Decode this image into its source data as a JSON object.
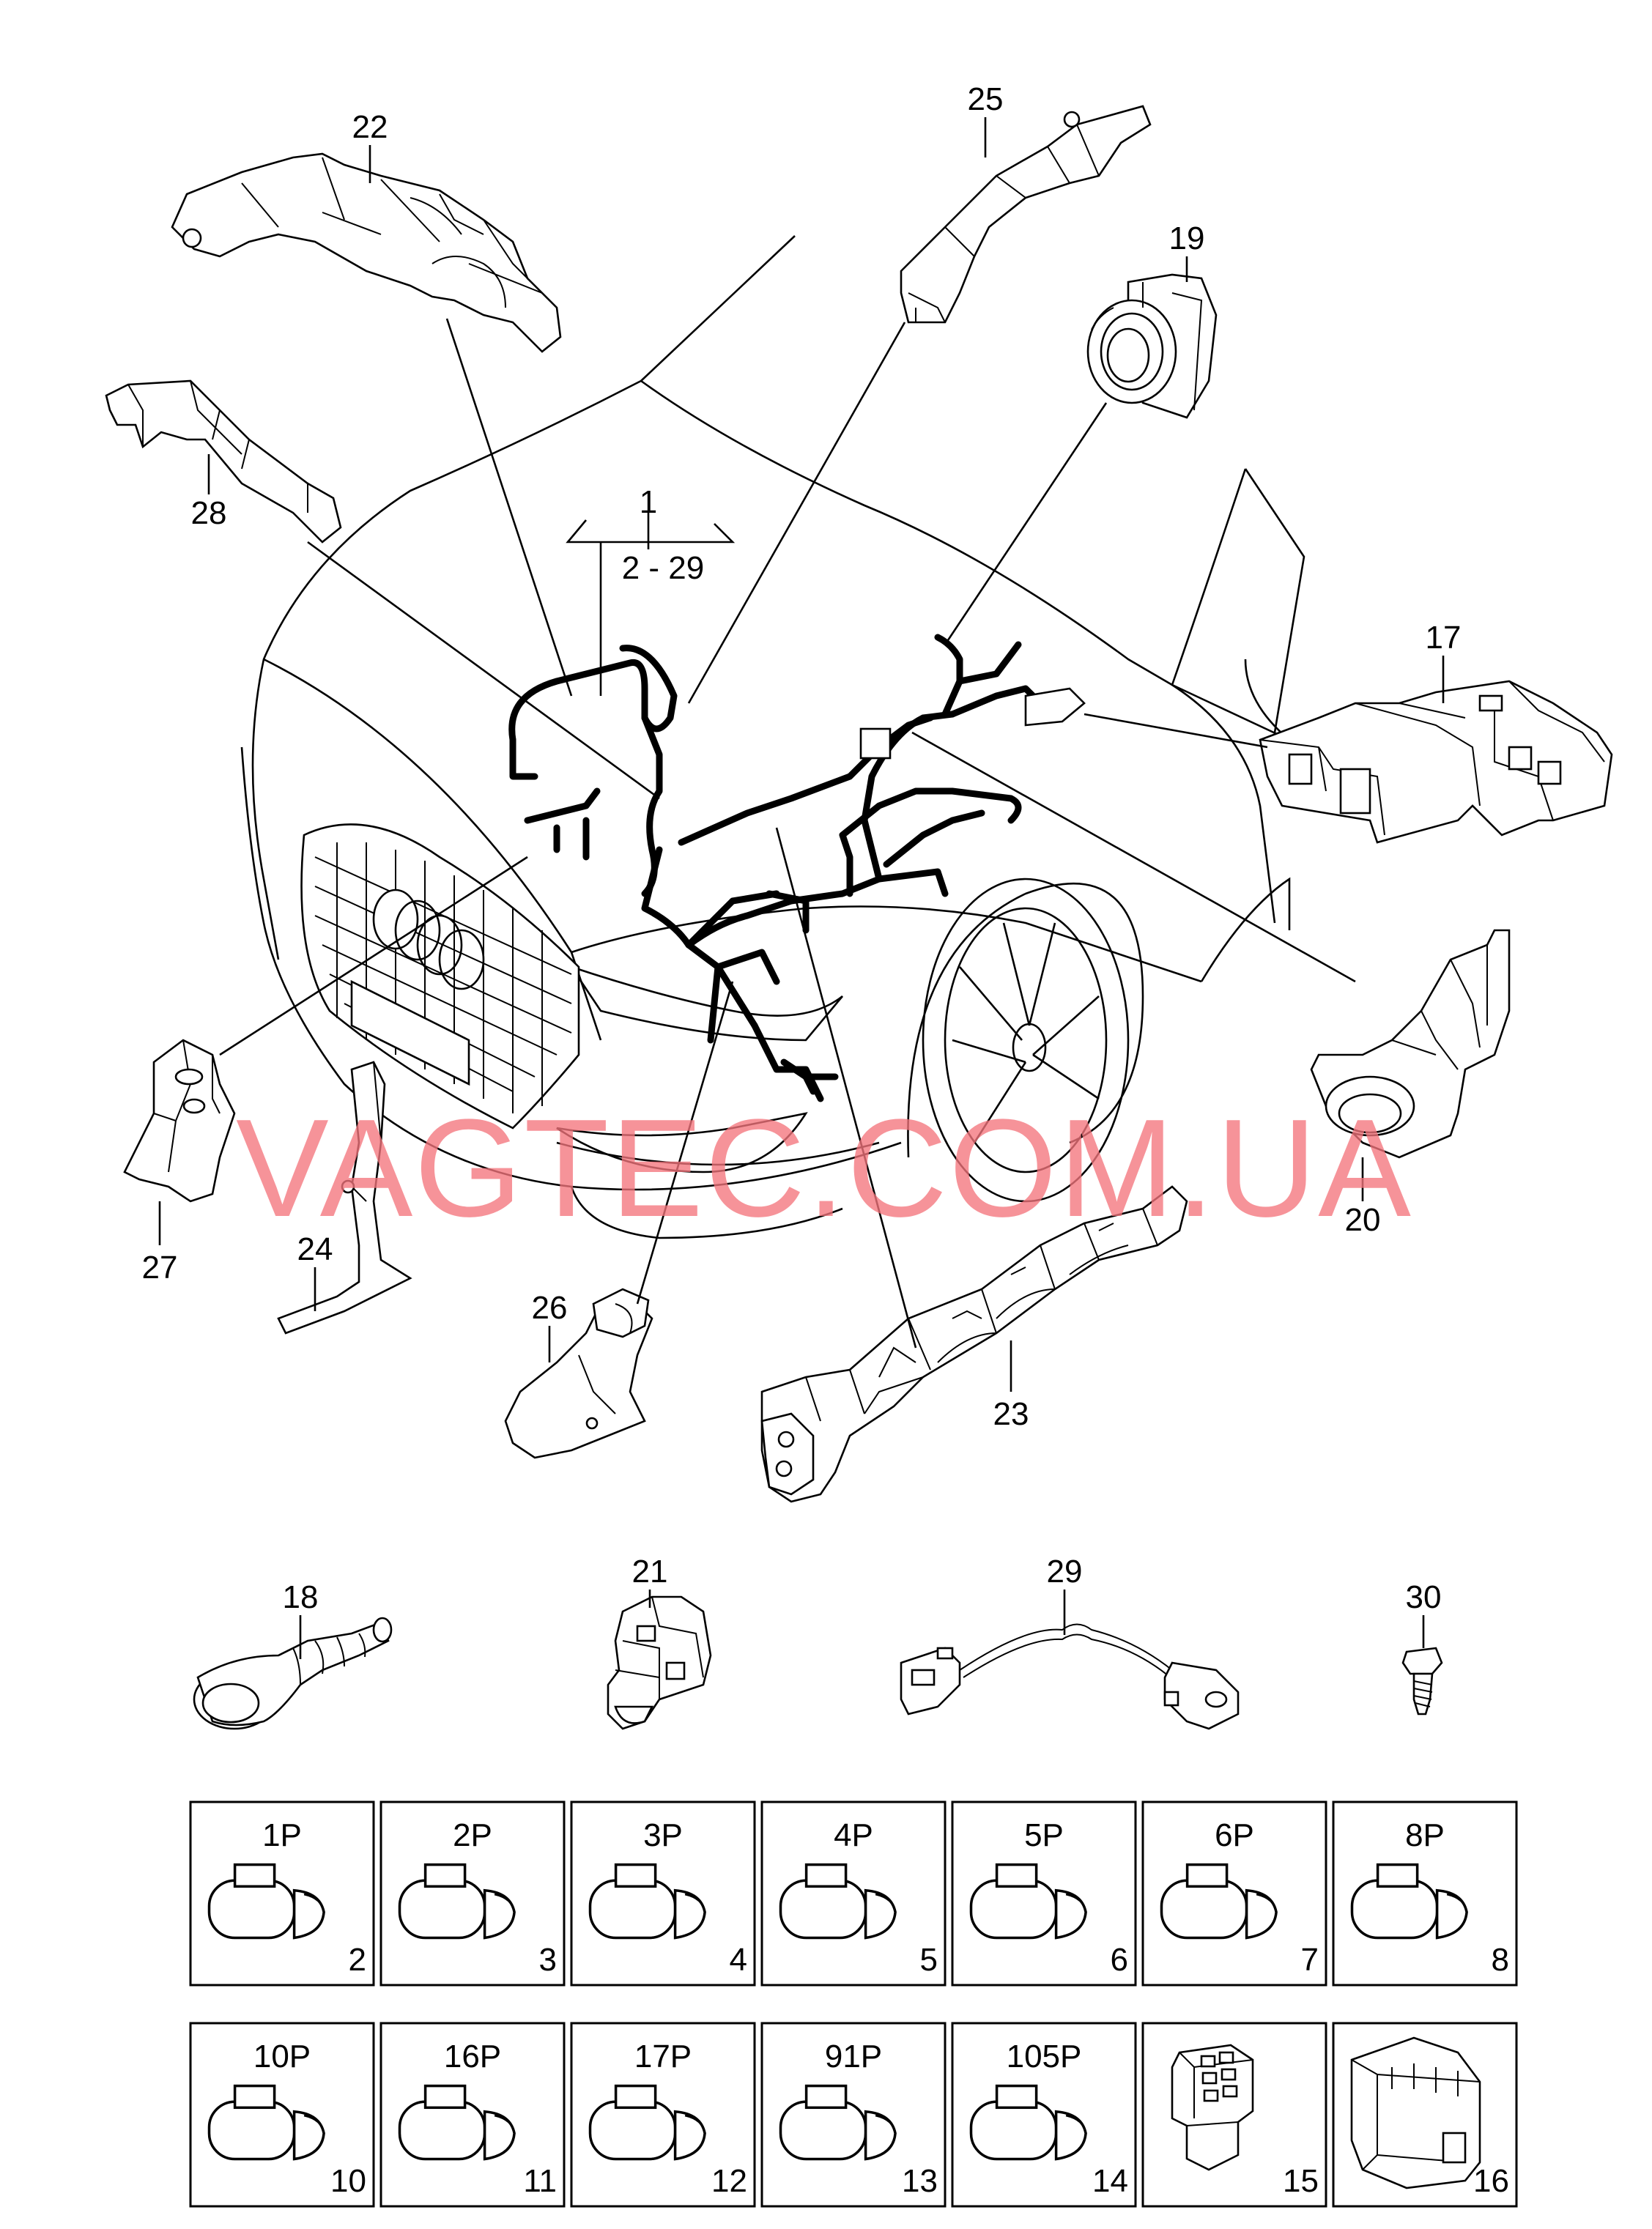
{
  "watermark": "VAGTEC.COM.UA",
  "callouts": {
    "c1": "1",
    "c_range": "2 - 29",
    "c17": "17",
    "c18": "18",
    "c19": "19",
    "c20": "20",
    "c21": "21",
    "c22": "22",
    "c23": "23",
    "c24": "24",
    "c25": "25",
    "c26": "26",
    "c27": "27",
    "c28": "28",
    "c29": "29",
    "c30": "30"
  },
  "connector_grid": [
    {
      "label": "1P",
      "number": "2"
    },
    {
      "label": "2P",
      "number": "3"
    },
    {
      "label": "3P",
      "number": "4"
    },
    {
      "label": "4P",
      "number": "5"
    },
    {
      "label": "5P",
      "number": "6"
    },
    {
      "label": "6P",
      "number": "7"
    },
    {
      "label": "8P",
      "number": "8"
    },
    {
      "label": "10P",
      "number": "10"
    },
    {
      "label": "16P",
      "number": "11"
    },
    {
      "label": "17P",
      "number": "12"
    },
    {
      "label": "91P",
      "number": "13"
    },
    {
      "label": "105P",
      "number": "14"
    },
    {
      "label": "",
      "number": "15"
    },
    {
      "label": "",
      "number": "16"
    }
  ]
}
